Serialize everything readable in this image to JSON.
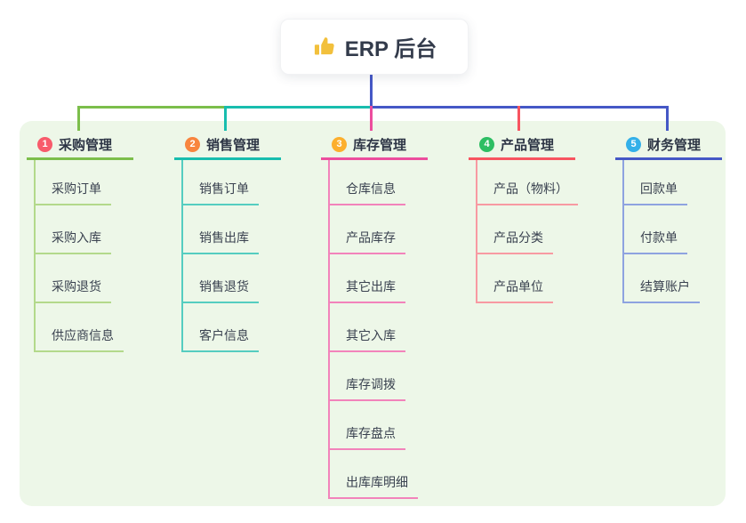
{
  "root": {
    "label": "ERP 后台",
    "icon": "thumbs-up-icon"
  },
  "canvas": {
    "background": "#ffffff",
    "panel_background": "#edf7e8",
    "connector_blue": "#4558c6"
  },
  "branches": [
    {
      "key": "purchase-management",
      "number": "1",
      "label": "采购管理",
      "badge_color": "#f85b6b",
      "line_color": "#7cbe4b",
      "child_line_color": "#b3d98b",
      "children": [
        "采购订单",
        "采购入库",
        "采购退货",
        "供应商信息"
      ]
    },
    {
      "key": "sales-management",
      "number": "2",
      "label": "销售管理",
      "badge_color": "#f8853f",
      "line_color": "#18bdae",
      "child_line_color": "#55cdc0",
      "children": [
        "销售订单",
        "销售出库",
        "销售退货",
        "客户信息"
      ]
    },
    {
      "key": "inventory-management",
      "number": "3",
      "label": "库存管理",
      "badge_color": "#fcaf2d",
      "line_color": "#ec4d9d",
      "child_line_color": "#f283bb",
      "children": [
        "仓库信息",
        "产品库存",
        "其它出库",
        "其它入库",
        "库存调拨",
        "库存盘点",
        "出库库明细"
      ]
    },
    {
      "key": "product-management",
      "number": "4",
      "label": "产品管理",
      "badge_color": "#2dbe63",
      "line_color": "#f75460",
      "child_line_color": "#f89aa2",
      "children": [
        "产品（物料）",
        "产品分类",
        "产品单位"
      ]
    },
    {
      "key": "finance-management",
      "number": "5",
      "label": "财务管理",
      "badge_color": "#33b0e9",
      "line_color": "#4558c6",
      "child_line_color": "#8ea3e0",
      "children": [
        "回款单",
        "付款单",
        "结算账户"
      ]
    }
  ]
}
